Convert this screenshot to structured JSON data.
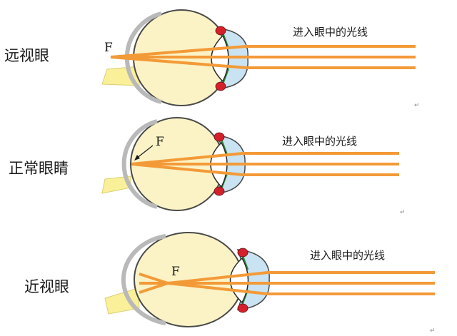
{
  "diagrams": [
    {
      "id": "far",
      "label": "远视眼",
      "ray_text": "进入眼中的光线",
      "focal_text": "F",
      "mark": "↵"
    },
    {
      "id": "normal",
      "label": "正常眼睛",
      "ray_text": "进入眼中的光线",
      "focal_text": "F",
      "mark": "↵"
    },
    {
      "id": "near",
      "label": "近视眼",
      "ray_text": "进入眼中的光线",
      "focal_text": "F",
      "mark": "↵"
    }
  ],
  "colors": {
    "ray": "#f39a38",
    "eyeball": "#fbf3c6",
    "cornea": "#c9e3f2",
    "ciliary": "#d3202b",
    "zonule": "#2f8a3a",
    "optic_nerve": "#fbf09a"
  }
}
